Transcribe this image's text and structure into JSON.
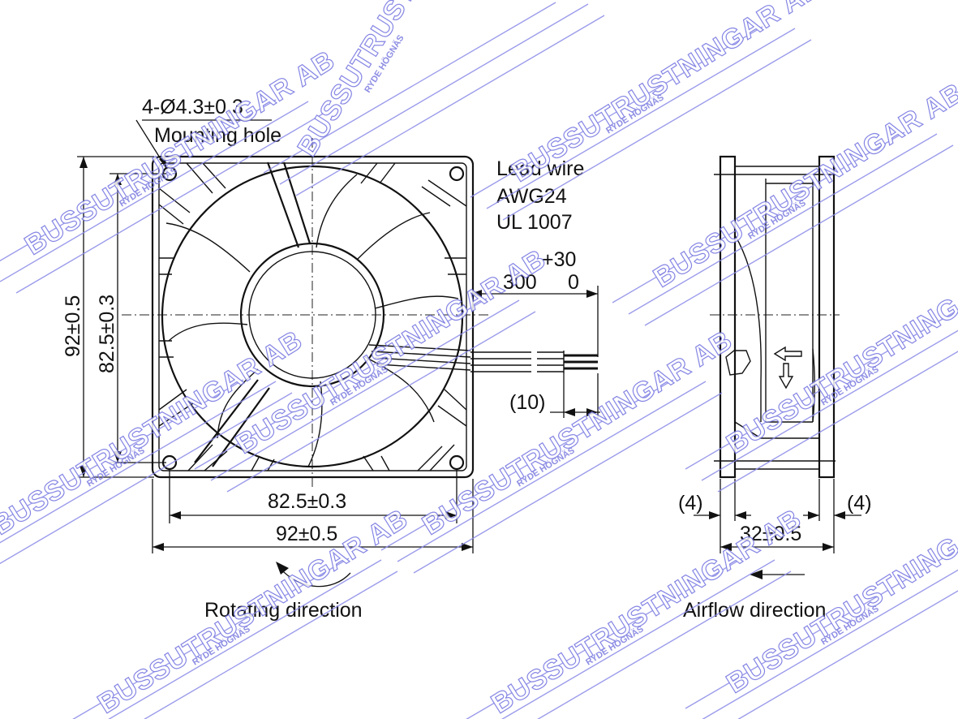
{
  "front_view": {
    "hole_spec": "4-Ø4.3±0.3",
    "hole_label": "Mounting hole",
    "lead_wire": [
      "Lead wire",
      "AWG24",
      "UL 1007"
    ],
    "wire_tol_plus": "+30",
    "wire_length": "300",
    "wire_tol_minus": "0",
    "strip_length": "(10)",
    "dim_height_outer": "92±0.5",
    "dim_height_inner": "82.5±0.3",
    "dim_width_inner": "82.5±0.3",
    "dim_width_outer": "92±0.5",
    "rotation_label": "Rotating direction"
  },
  "side_view": {
    "flange_left": "(4)",
    "flange_right": "(4)",
    "depth": "32±0.5",
    "airflow_label": "Airflow direction"
  },
  "watermark": {
    "company": "BUSSUTRUSTNINGAR AB",
    "location": "RYDE HÖGNÄS",
    "color": "#6f6fe0"
  }
}
